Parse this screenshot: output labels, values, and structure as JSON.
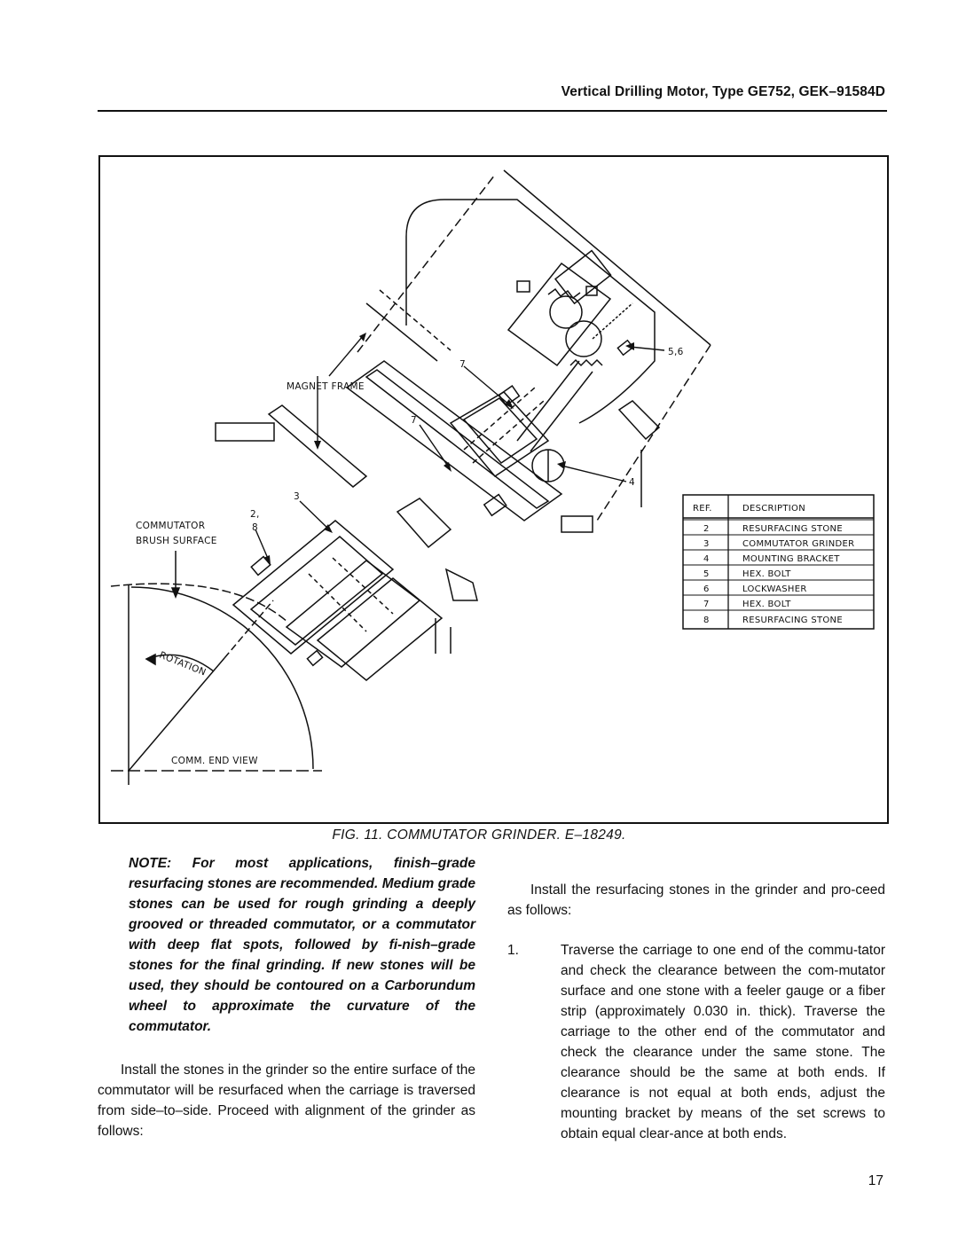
{
  "header": {
    "title": "Vertical Drilling Motor, Type GE752, GEK–91584D"
  },
  "figure": {
    "labels": {
      "magnet_frame": "MAGNET FRAME",
      "commutator_brush_1": "COMMUTATOR",
      "commutator_brush_2": "BRUSH SURFACE",
      "rotation": "ROTATION",
      "comm_end_view": "COMM. END VIEW",
      "callout_56": "5,6",
      "callout_7a": "7",
      "callout_7b": "7",
      "callout_4": "4",
      "callout_3": "3",
      "callout_2": "2,",
      "callout_8": "8"
    },
    "parts_table": {
      "headers": [
        "REF.",
        "DESCRIPTION"
      ],
      "rows": [
        [
          "2",
          "RESURFACING STONE"
        ],
        [
          "3",
          "COMMUTATOR GRINDER"
        ],
        [
          "4",
          "MOUNTING BRACKET"
        ],
        [
          "5",
          "HEX. BOLT"
        ],
        [
          "6",
          "LOCKWASHER"
        ],
        [
          "7",
          "HEX. BOLT"
        ],
        [
          "8",
          "RESURFACING STONE"
        ]
      ]
    },
    "caption": "FIG. 11. COMMUTATOR GRINDER. E–18249."
  },
  "left_column": {
    "note": "NOTE: For most applications, finish–grade resurfacing stones are recommended. Medium grade stones can be used for rough grinding a deeply grooved or threaded commutator, or a commutator with deep flat spots, followed by fi-nish–grade stones for the final grinding. If new stones will be used, they should be contoured on a Carborundum wheel to approximate the curvature of the commutator.",
    "paragraph": "Install the stones in the grinder so the entire surface of the commutator will be resurfaced when the carriage is traversed from side–to–side. Proceed with alignment of the grinder as follows:"
  },
  "right_column": {
    "intro": "Install the resurfacing stones in the grinder and pro-ceed as follows:",
    "steps": [
      {
        "number": "1.",
        "text": "Traverse the carriage to one end of the commu-tator and check the clearance between the com-mutator surface and one stone with a feeler gauge or a fiber strip (approximately 0.030 in. thick). Traverse the carriage to the other end of the commutator and check the clearance under the same stone. The clearance should be the same at both ends. If clearance is not equal at both ends, adjust the mounting bracket by means of the set screws to obtain equal clear-ance at both ends."
      }
    ]
  },
  "page_number": "17"
}
